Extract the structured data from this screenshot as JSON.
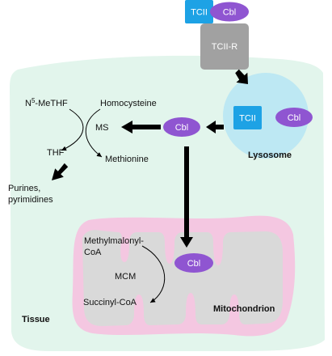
{
  "colors": {
    "tissue": "#e2f5ec",
    "lysosome": "#bde8f3",
    "mitochondrion_outer": "#f4c7e1",
    "mitochondrion_inner": "#d9d9d9",
    "cbl": "#8f55d1",
    "tcii": "#1da2e5",
    "receptor": "#a1a1a1",
    "arrow": "#000000"
  },
  "labels": {
    "tcii_top": "TCII",
    "cbl_top": "Cbl",
    "receptor": "TCII-R",
    "tcii_lyso": "TCII",
    "cbl_lyso": "Cbl",
    "lysosome": "Lysosome",
    "cbl_center": "Cbl",
    "ms": "MS",
    "n5_prefix": "N",
    "n5_sup": "5",
    "n5_suffix": "-MeTHF",
    "homocysteine": "Homocysteine",
    "thf": "THF",
    "methionine": "Methionine",
    "purines_line1": "Purines,",
    "purines_line2": "pyrimidines",
    "methylmalonyl_line1": "Methylmalonyl-",
    "methylmalonyl_line2": "CoA",
    "mcm": "MCM",
    "succinyl": "Succinyl-CoA",
    "cbl_mito": "Cbl",
    "mitochondrion": "Mitochondrion",
    "tissue": "Tissue"
  }
}
